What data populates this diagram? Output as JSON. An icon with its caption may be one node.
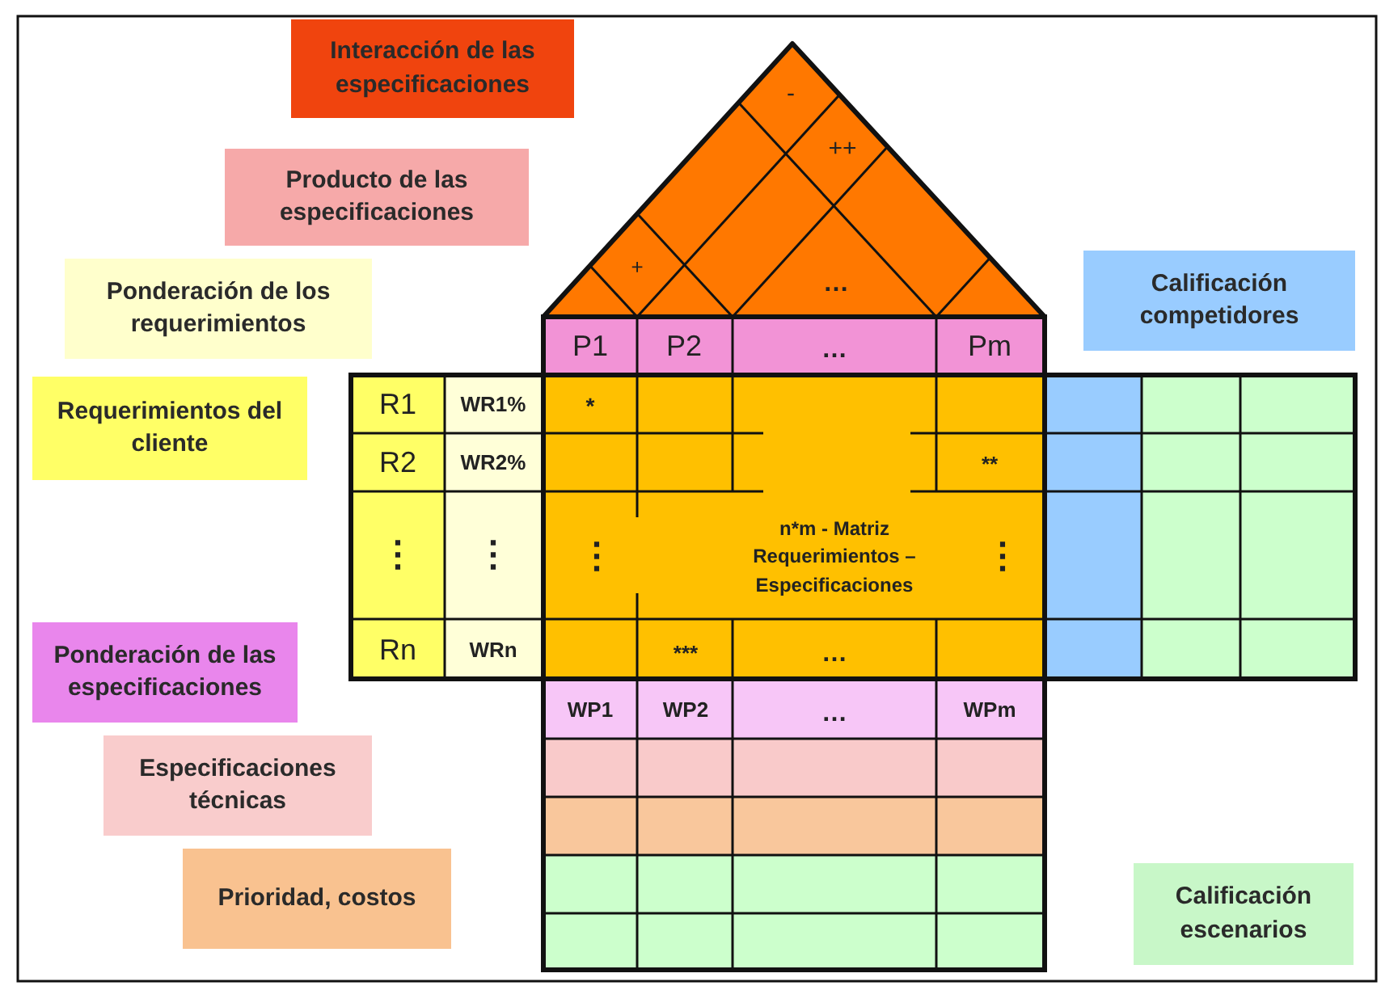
{
  "diagram": {
    "nodes": [
      {
        "text": [
          "Interacción de las especificaciones"
        ]
      },
      {
        "text": [
          "Producto de las especificaciones"
        ]
      },
      {
        "text": [
          "Calificación competidores"
        ]
      },
      {
        "text": [
          "Ponderación de los requerimientos"
        ]
      },
      {
        "text": [
          "Requerimientos del cliente"
        ]
      },
      {
        "text": [
          "Ponderación de las especificaciones"
        ]
      },
      {
        "text": [
          "Especificaciones técnicas"
        ]
      },
      {
        "text": [
          "Prioridad, costos"
        ]
      },
      {
        "text": [
          "Calificación escenarios"
        ]
      }
    ],
    "labels": [
      "-",
      "++",
      "+",
      "…",
      "P1",
      "P2",
      "…",
      "Pm",
      "R1",
      "WR1%",
      "*",
      "R2",
      "WR2%",
      "**",
      "⋮",
      "⋮",
      "⋮",
      "n*m - Matriz Requerimientos – Especificaciones",
      "⋮",
      "Rn",
      "WRn",
      "***",
      "…",
      "WP1",
      "WP2",
      "…",
      "WPm"
    ]
  }
}
